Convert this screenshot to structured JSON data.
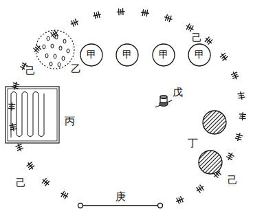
{
  "diagram": {
    "nodes": [
      {
        "text": [
          "甲"
        ]
      },
      {
        "text": [
          "甲"
        ]
      },
      {
        "text": [
          "甲"
        ]
      },
      {
        "text": [
          "甲"
        ]
      }
    ],
    "labels": [
      "乙",
      "丙",
      "丁",
      "戊",
      "庚",
      "己",
      "己",
      "己",
      "己"
    ]
  }
}
